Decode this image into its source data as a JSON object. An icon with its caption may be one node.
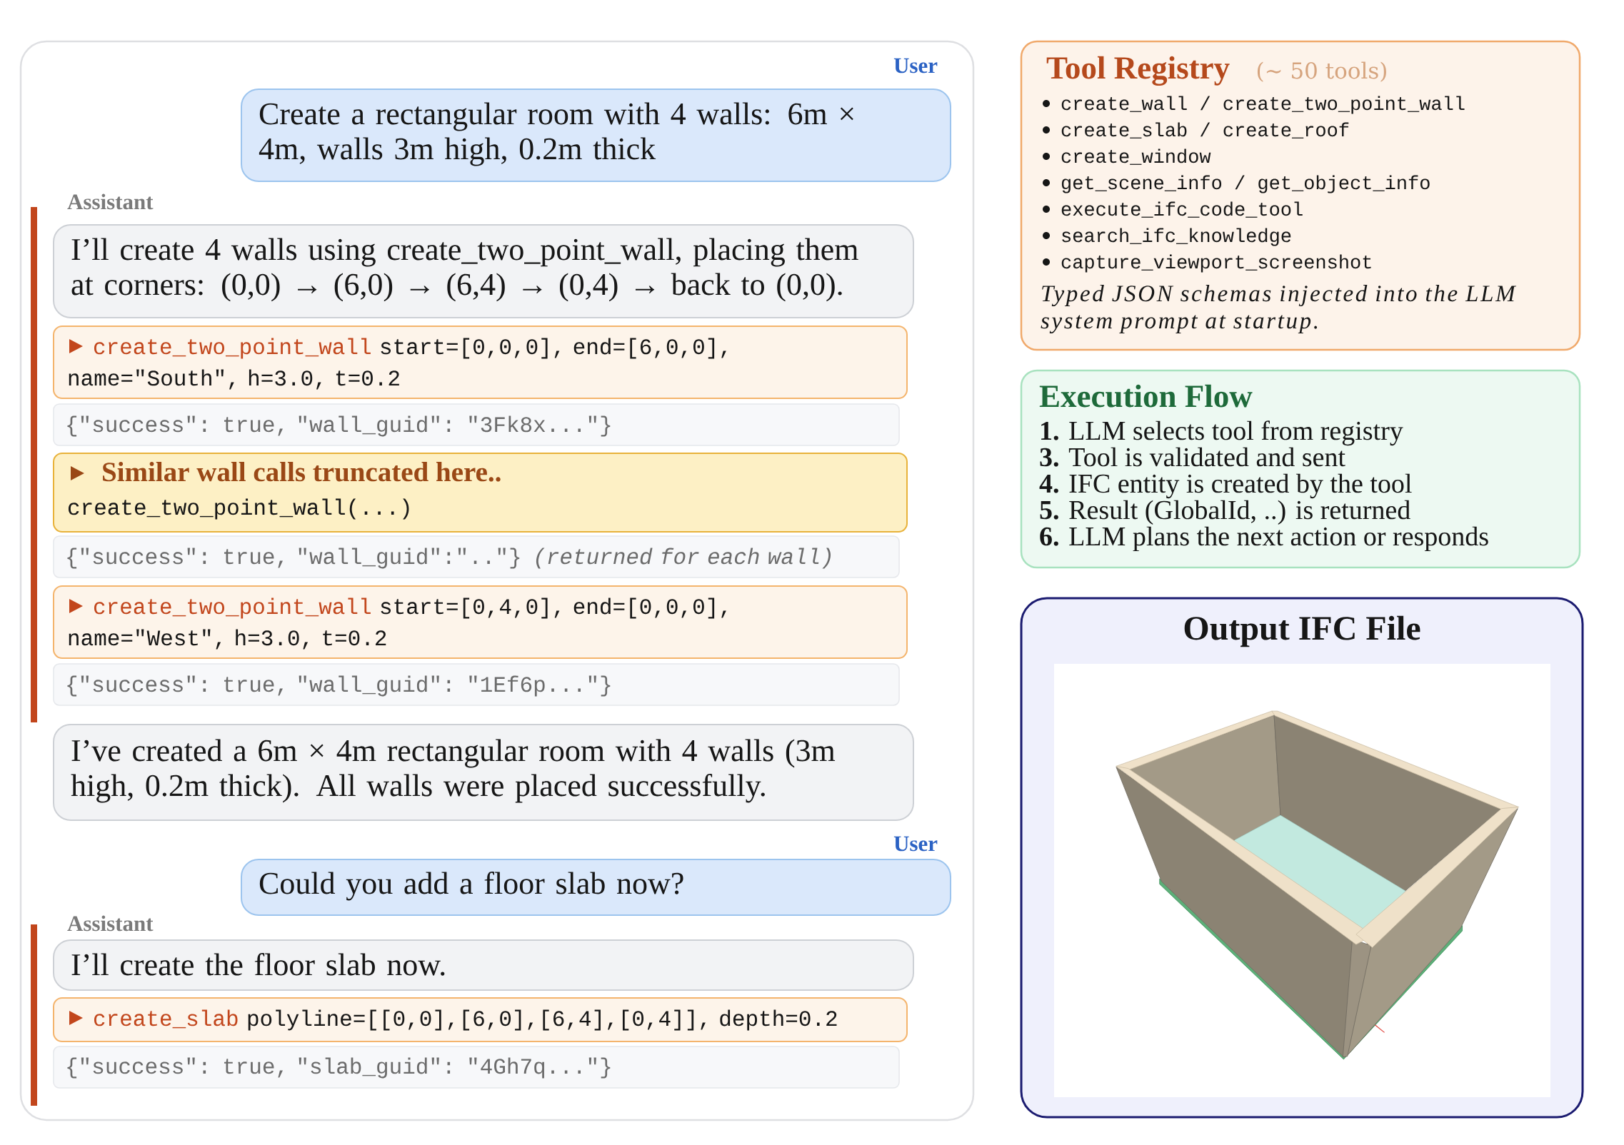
{
  "diagram": {
    "nodes": [
      {
        "text": [],
        "shape": "box"
      },
      {
        "text": [
          "User",
          "Create a rectangular room with 4 walls: 6m × 4m, walls 3m high, 0.2m thick"
        ],
        "in": 0
      },
      {
        "text": [
          "Assistant",
          "I’ll create 4 walls using create_two_point_wall, placing them at corners: (0,0) → (6,0) → (6,4) → (0,4) → back to (0,0)."
        ],
        "in": 0
      },
      {
        "text": [
          "create_two_point_wall",
          "start=[0,0,0], end=[6,0,0], name=\"South\", h=3.0, t=0.2"
        ],
        "in": 0
      },
      {
        "text": [
          "{\"success\": true, \"wall_guid\": \"3Fk8x...\"}"
        ],
        "in": 0
      },
      {
        "text": [
          "Similar wall calls truncated here..",
          "create_two_point_wall(...)"
        ],
        "in": 0
      },
      {
        "text": [
          "{\"success\": true, \"wall_guid\":\"..\"}",
          "(returned for each wall)"
        ],
        "in": 0
      },
      {
        "text": [
          "create_two_point_wall",
          "start=[0,4,0], end=[0,0,0], name=\"West\", h=3.0, t=0.2"
        ],
        "in": 0
      },
      {
        "text": [
          "{\"success\": true, \"wall_guid\": \"1Ef6p...\"}"
        ],
        "in": 0
      },
      {
        "text": [
          "I’ve created a 6m × 4m rectangular room with 4 walls (3m high, 0.2m thick). All walls were placed successfully."
        ],
        "in": 0
      },
      {
        "text": [
          "User",
          "Could you add a floor slab now?"
        ],
        "in": 0
      },
      {
        "text": [
          "Assistant",
          "I’ll create the floor slab now."
        ],
        "in": 0
      },
      {
        "text": [
          "create_slab",
          "polyline=[[0,0],[6,0],[6,4],[0,4]], depth=0.2"
        ],
        "in": 0
      },
      {
        "text": [
          "{\"success\": true, \"slab_guid\": \"4Gh7q...\"}"
        ],
        "in": 0
      },
      {
        "text": [
          "Tool Registry",
          "(∼ 50 tools)",
          "create_wall / create_two_point_wall",
          "create_slab / create_roof",
          "create_window",
          "get_scene_info / get_object_info",
          "execute_ifc_code_tool",
          "search_ifc_knowledge",
          "capture_viewport_screenshot",
          "Typed JSON schemas injected into the LLM system prompt at startup."
        ]
      },
      {
        "text": [
          "Execution Flow",
          "**1.** LLM selects tool from registry",
          "**3.** Tool is validated and sent",
          "**4.** IFC entity is created by the tool",
          "**5.** Result (GlobalId, ..) is returned",
          "**6.** LLM plans the next action or responds"
        ]
      },
      {
        "text": [
          "Output IFC File"
        ]
      }
    ]
  }
}
